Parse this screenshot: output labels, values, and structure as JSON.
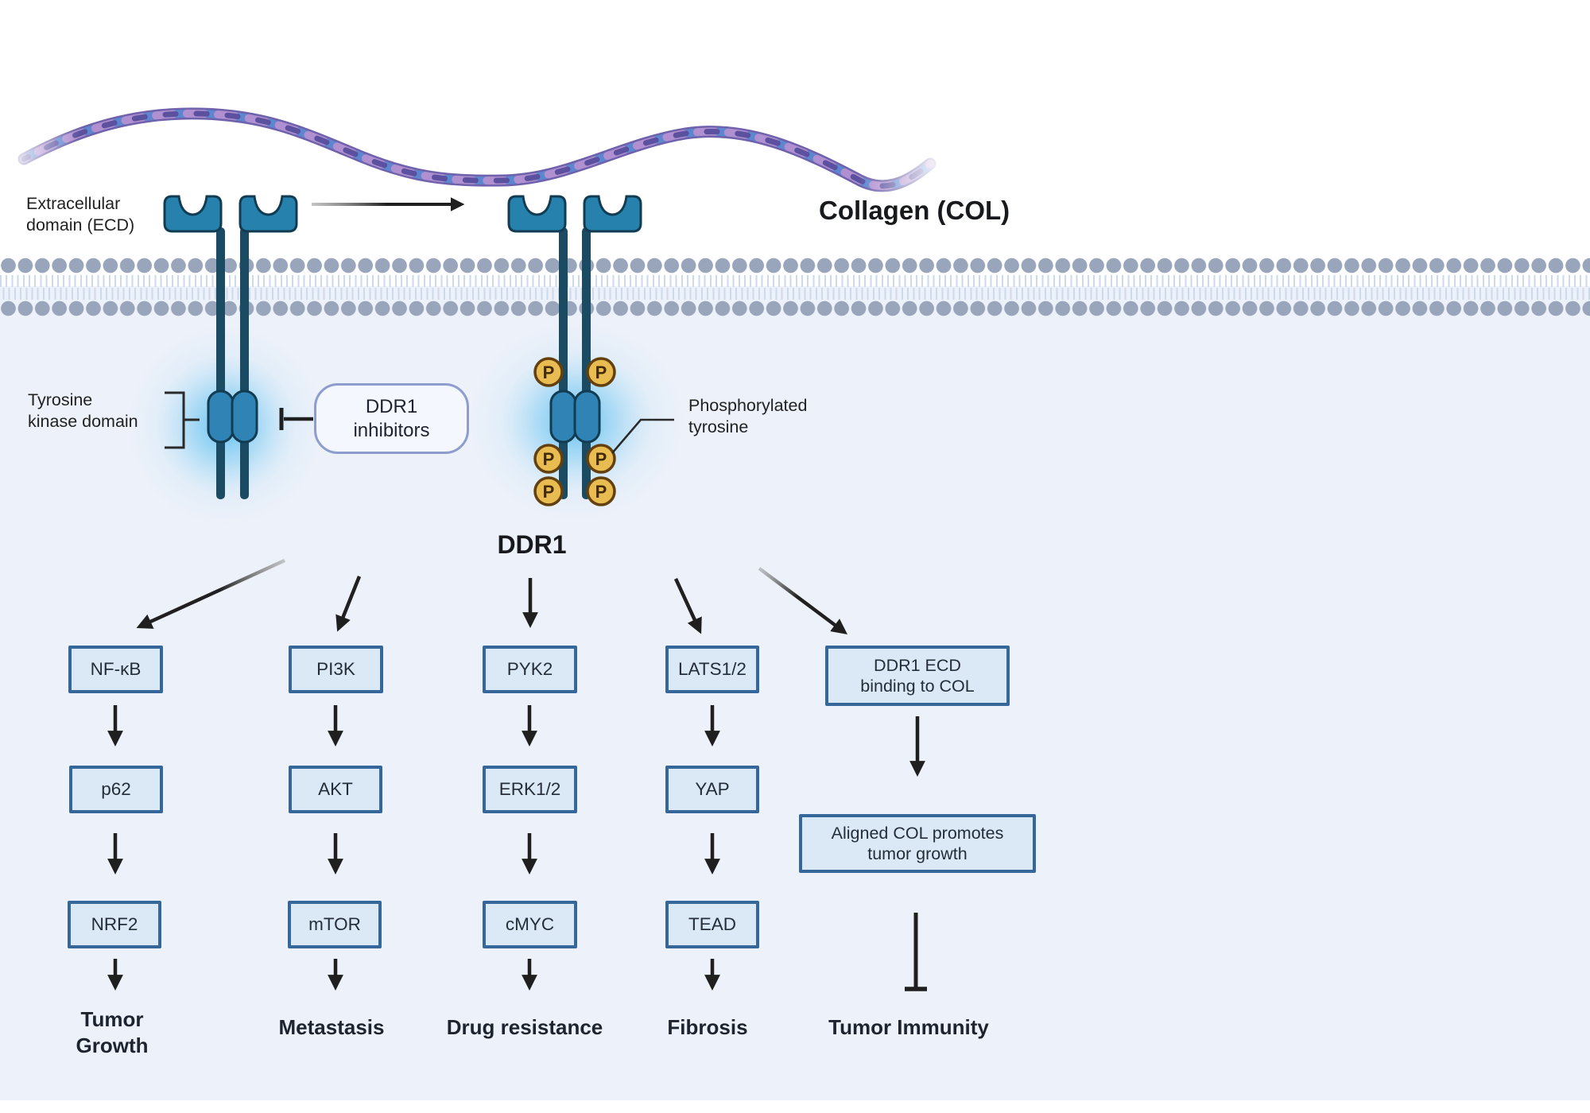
{
  "labels": {
    "collagen": "Collagen (COL)",
    "ddr1": "DDR1",
    "extracellular_line1": "Extracellular",
    "extracellular_line2": "domain (ECD)",
    "tyrosine_line1": "Tyrosine",
    "tyrosine_line2": "kinase domain",
    "phospho_line1": "Phosphorylated",
    "phospho_line2": "tyrosine",
    "inhibitors_line1": "DDR1",
    "inhibitors_line2": "inhibitors",
    "phosphate": "P"
  },
  "pathways": [
    {
      "nodes": [
        "NF-κB",
        "p62",
        "NRF2"
      ],
      "outcome": "Tumor Growth",
      "relation": "activates"
    },
    {
      "nodes": [
        "PI3K",
        "AKT",
        "mTOR"
      ],
      "outcome": "Metastasis",
      "relation": "activates"
    },
    {
      "nodes": [
        "PYK2",
        "ERK1/2",
        "cMYC"
      ],
      "outcome": "Drug resistance",
      "relation": "activates"
    },
    {
      "nodes": [
        "LATS1/2",
        "YAP",
        "TEAD"
      ],
      "outcome": "Fibrosis",
      "relation": "activates"
    },
    {
      "nodes_multiline": [
        {
          "line1": "DDR1 ECD",
          "line2": "binding to COL"
        },
        {
          "line1": "Aligned COL promotes",
          "line2": "tumor growth"
        }
      ],
      "outcome": "Tumor Immunity",
      "relation": "inhibits"
    }
  ],
  "colors": {
    "cytoplasm": "#edf1f9",
    "node_fill": "#dbe9f7",
    "node_border": "#36679b",
    "membrane_heads": "#98a5bb",
    "membrane_tails": "#cdd9ec",
    "receptor_stalk": "#1b4a63",
    "receptor_ecd": "#2781ad",
    "kinase_domain": "#2f83b5",
    "phosphate_fill": "#e9bc52",
    "phosphate_border": "#64400f",
    "glow": "#59bdf0",
    "collagen_strands": [
      "#6f61ab",
      "#5d86cf",
      "#b190d1",
      "#4c4796"
    ],
    "arrow": "#202020",
    "inhibitor_pill_border": "#8d9dce"
  }
}
